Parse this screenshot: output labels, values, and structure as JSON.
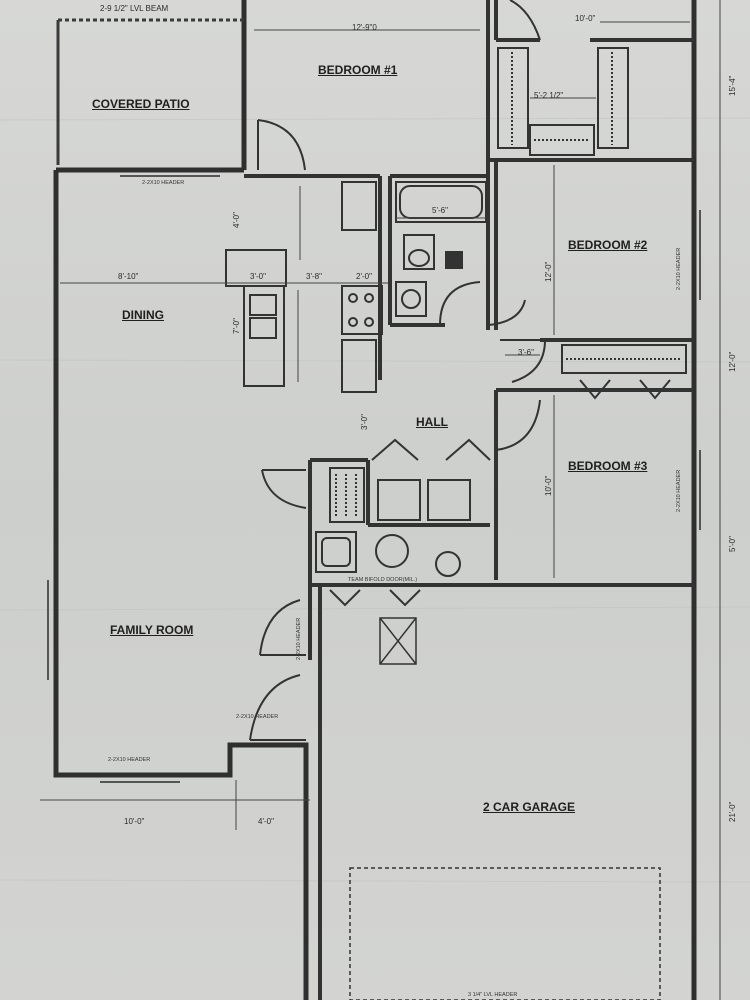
{
  "rooms": {
    "bedroom1": "BEDROOM #1",
    "covered_patio": "COVERED PATIO",
    "dining": "DINING",
    "bedroom2": "BEDROOM #2",
    "hall": "HALL",
    "bedroom3": "BEDROOM #3",
    "family_room": "FAMILY ROOM",
    "garage": "2 CAR GARAGE"
  },
  "dimensions": {
    "beam_top": "2-9 1/2\" LVL BEAM",
    "bed1_width": "12'-9\"0",
    "top_right": "10'-0\"",
    "closet_width": "5'-2 1/2\"",
    "dining_left": "8'-10\"",
    "island_a": "3'-0\"",
    "island_b": "3'-8\"",
    "island_c": "2'-0\"",
    "bath_tub": "5'-6\"",
    "kitchen_depth": "4'-0\"",
    "island_depth": "7'-0\"",
    "bed2_depth": "12'-0\"",
    "hall_small": "3'-6\"",
    "hall_depth": "3'-0\"",
    "bed3_depth": "10'-0\"",
    "right_top": "15'-4\"",
    "right_mid": "12'-0\"",
    "right_low": "5'-0\"",
    "right_bottom": "21'-0\"",
    "bottom_left": "10'-0\"",
    "bottom_mid": "4'-0\"",
    "laundry_note": "TEAM BIFOLD DOOR(MIL.)"
  },
  "headers": {
    "patio_header": "2-2X10 HEADER",
    "bed2_header": "2-2X10 HEADER",
    "bed3_header": "2-2X10 HEADER",
    "family_header": "2-2X10 HEADER",
    "entry_header": "2-2X10 HEADER",
    "front_header": "2-2X10 HEADER",
    "garage_header": "3 1/4\" LVL HEADER"
  }
}
